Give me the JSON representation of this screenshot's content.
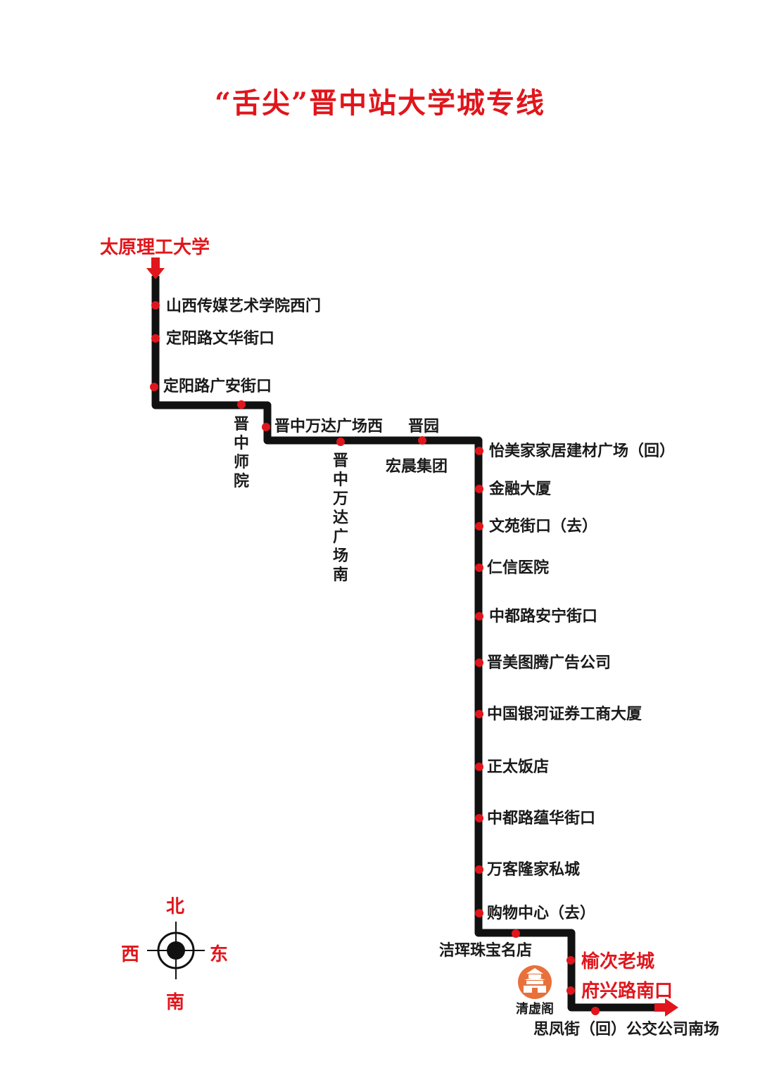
{
  "title": "“舌尖”晋中站大学城专线",
  "colors": {
    "route_line": "#111111",
    "stop_dot": "#e0161c",
    "accent_text": "#e0161c",
    "landmark": "#e8703a"
  },
  "terminals": {
    "start": "太原理工大学",
    "end": "府兴路南口"
  },
  "stops": {
    "s1": "山西传媒艺术学院西门",
    "s2": "定阳路文华街口",
    "s3": "定阳路广安街口",
    "s4": "晋中师院",
    "s5": "晋中万达广场西",
    "s6": "晋中万达广场南",
    "s7": "宏晨集团",
    "s8": "晋园",
    "s9": "怡美家家居建材广场（回）",
    "s10": "金融大厦",
    "s11": "文苑街口（去）",
    "s12": "仁信医院",
    "s13": "中都路安宁街口",
    "s14": "晋美图腾广告公司",
    "s15": "中国银河证券工商大厦",
    "s16": "正太饭店",
    "s17": "中都路蕴华街口",
    "s18": "万客隆家私城",
    "s19": "购物中心（去）",
    "s20": "洁珲珠宝名店",
    "s21": "榆次老城",
    "s22": "思凤街（回）公交公司南场"
  },
  "landmark": {
    "name": "清虚阁",
    "icon": "pagoda-icon"
  },
  "compass": {
    "north": "北",
    "south": "南",
    "east": "东",
    "west": "西",
    "icon": "compass-icon"
  }
}
